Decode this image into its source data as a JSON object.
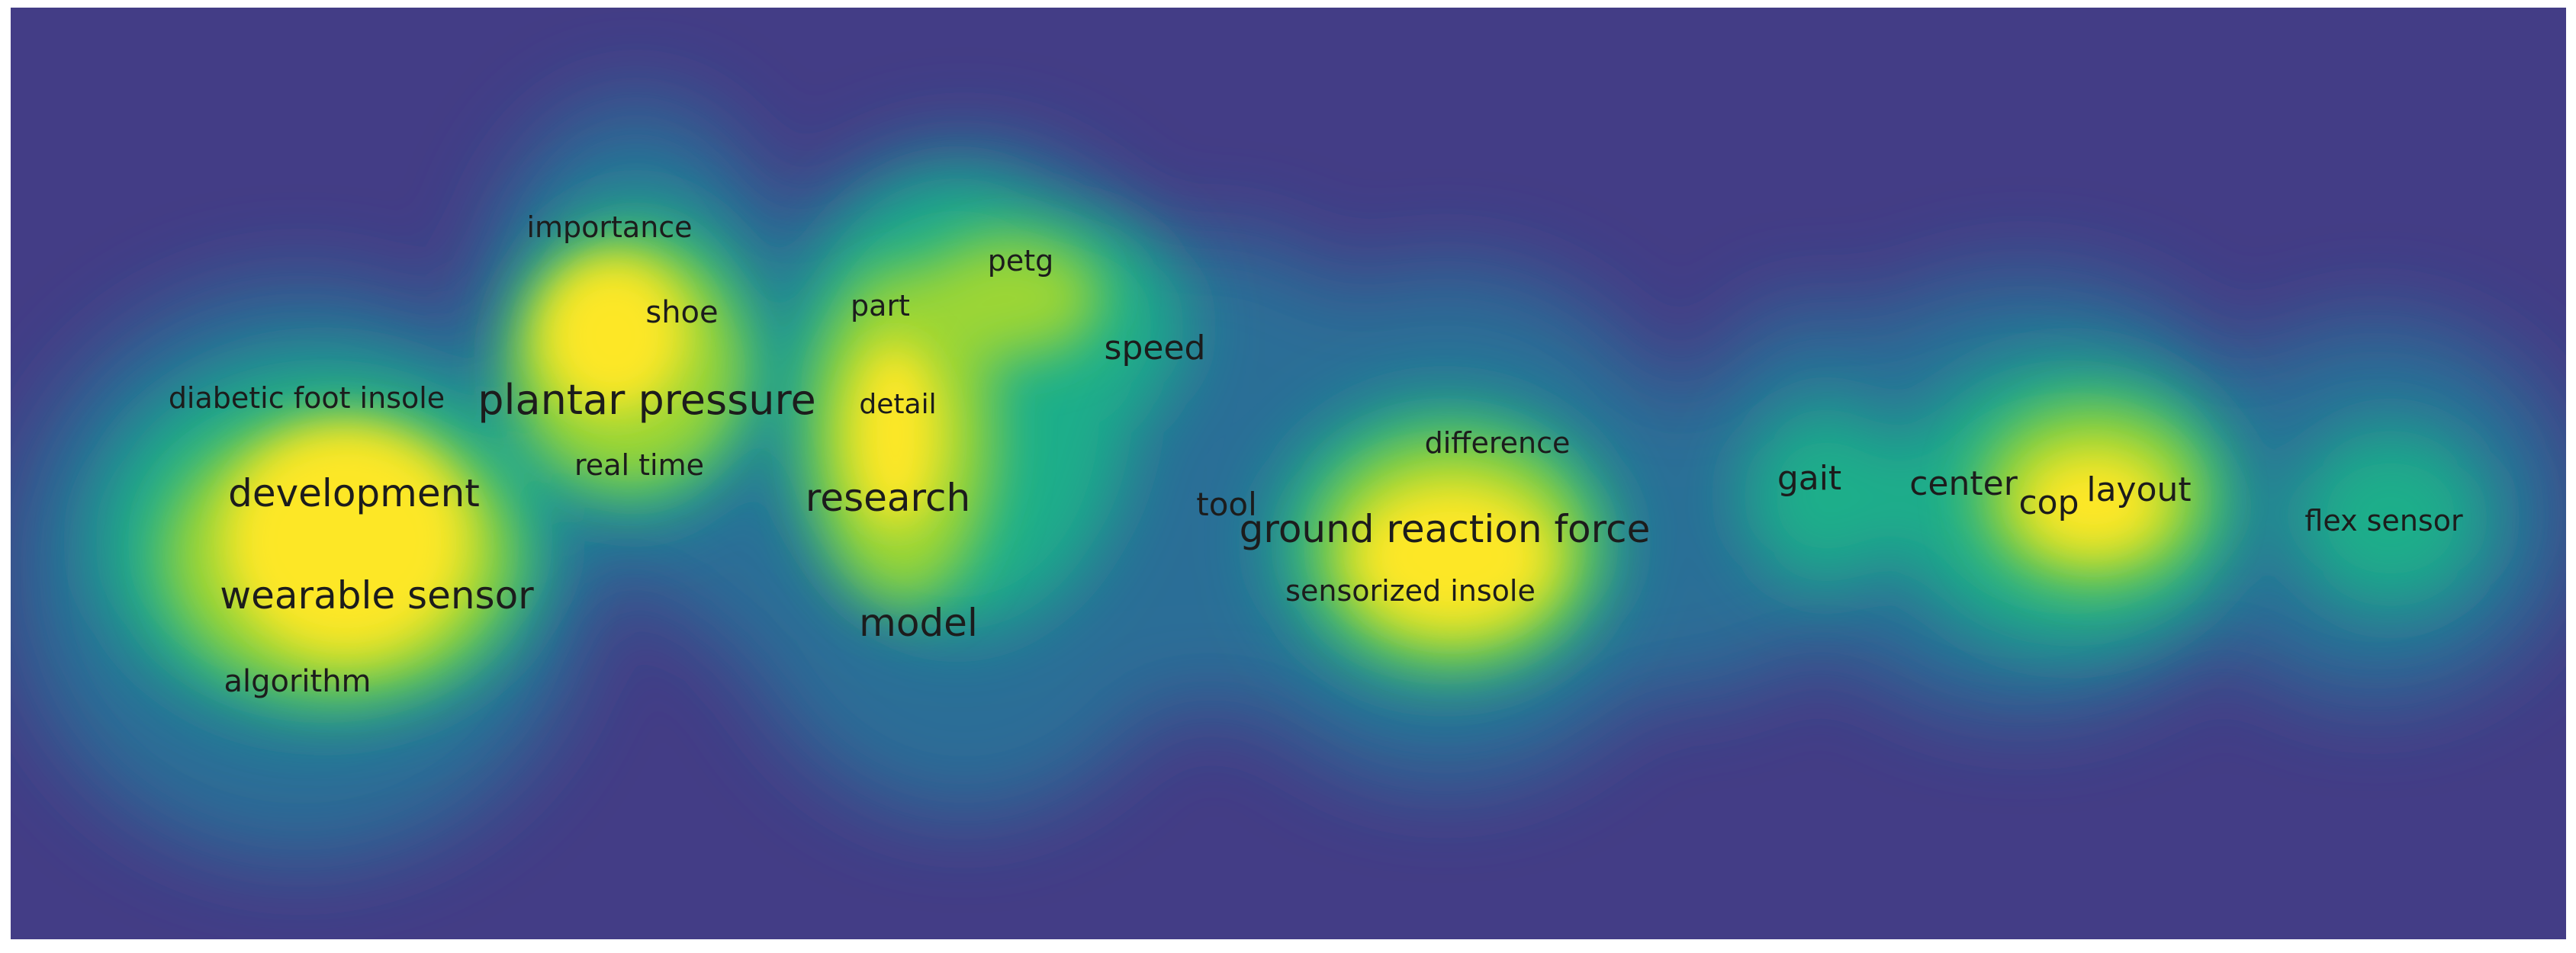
{
  "colors": {
    "background": "#433d86",
    "low": "#2c6e97",
    "mid": "#1eaf8a",
    "high": "#9bd634",
    "peak": "#fde725",
    "text": "#1c1c1c"
  },
  "terms": [
    {
      "id": "importance",
      "label": "importance"
    },
    {
      "id": "petg",
      "label": "petg"
    },
    {
      "id": "shoe",
      "label": "shoe"
    },
    {
      "id": "part",
      "label": "part"
    },
    {
      "id": "speed",
      "label": "speed"
    },
    {
      "id": "diabetic-foot-insole",
      "label": "diabetic foot insole"
    },
    {
      "id": "plantar-pressure",
      "label": "plantar pressure"
    },
    {
      "id": "detail",
      "label": "detail"
    },
    {
      "id": "difference",
      "label": "difference"
    },
    {
      "id": "real-time",
      "label": "real time"
    },
    {
      "id": "gait",
      "label": "gait"
    },
    {
      "id": "center",
      "label": "center"
    },
    {
      "id": "layout",
      "label": "layout"
    },
    {
      "id": "development",
      "label": "development"
    },
    {
      "id": "research",
      "label": "research"
    },
    {
      "id": "tool",
      "label": "tool"
    },
    {
      "id": "cop",
      "label": "cop"
    },
    {
      "id": "flex-sensor",
      "label": "flex sensor"
    },
    {
      "id": "ground-reaction-force",
      "label": "ground reaction force"
    },
    {
      "id": "sensorized-insole",
      "label": "sensorized insole"
    },
    {
      "id": "wearable-sensor",
      "label": "wearable sensor"
    },
    {
      "id": "model",
      "label": "model"
    },
    {
      "id": "algorithm",
      "label": "algorithm"
    }
  ]
}
